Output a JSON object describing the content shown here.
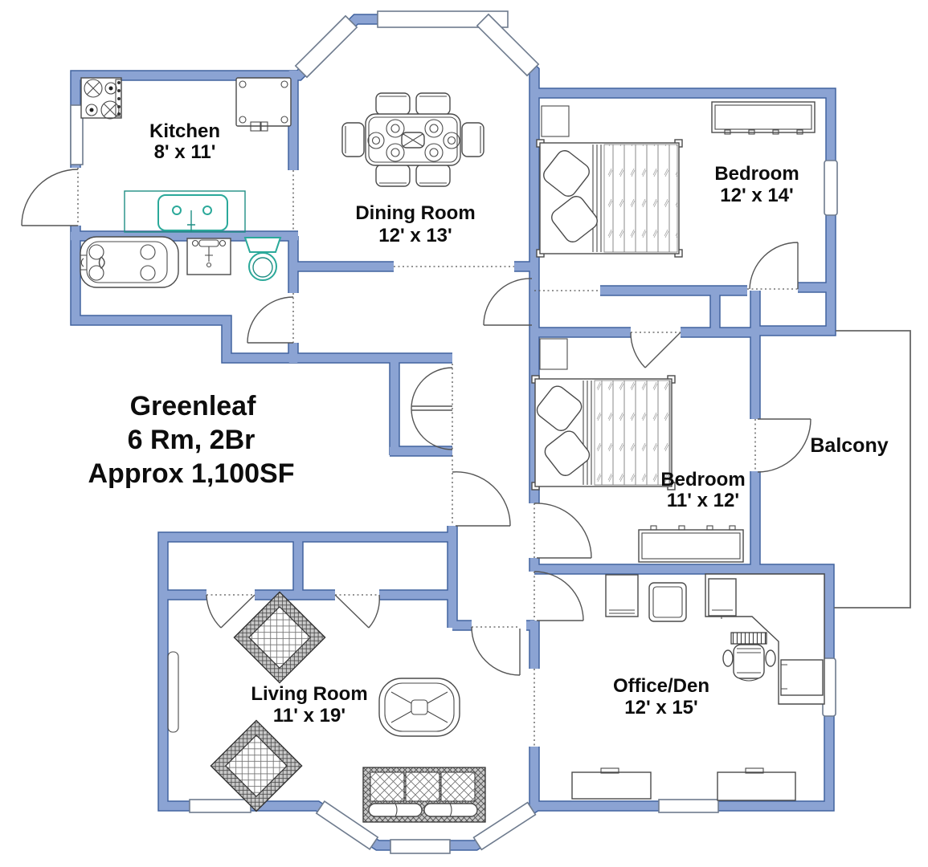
{
  "title_lines": [
    "Greenleaf",
    "6 Rm, 2Br",
    "Approx 1,100SF"
  ],
  "rooms": {
    "kitchen": {
      "name": "Kitchen",
      "dims": "8' x 11'"
    },
    "dining": {
      "name": "Dining Room",
      "dims": "12' x 13'"
    },
    "bedroom1": {
      "name": "Bedroom",
      "dims": "12' x 14'"
    },
    "bedroom2": {
      "name": "Bedroom",
      "dims": "11' x 12'"
    },
    "living": {
      "name": "Living Room",
      "dims": "11' x 19'"
    },
    "office": {
      "name": "Office/Den",
      "dims": "12' x 15'"
    },
    "balcony": {
      "name": "Balcony"
    }
  },
  "colors": {
    "wall_fill": "#8ba3d3",
    "wall_edge": "#41639f",
    "fixture_teal": "#2ba99a",
    "line": "#4a4a4a",
    "text": "#0d0d0d"
  },
  "furniture": [
    "stove",
    "kitchen-table",
    "kitchen-sink-counter",
    "bathtub",
    "bathroom-sink",
    "toilet",
    "dining-table",
    "dining-chairs",
    "bed",
    "dresser",
    "nightstand-box",
    "sofa",
    "armchair",
    "coffee-table",
    "radiator",
    "bookshelf",
    "side-chair",
    "l-desk",
    "office-chair",
    "computer"
  ]
}
